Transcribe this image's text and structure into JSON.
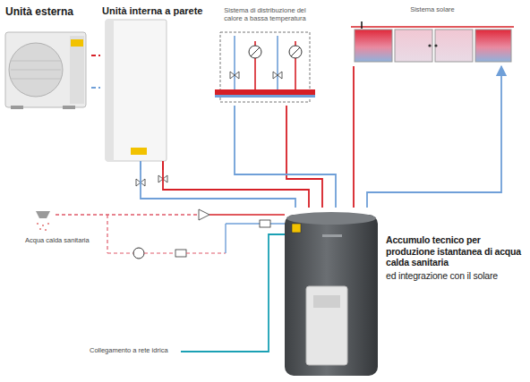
{
  "diagram": {
    "nodes": [
      {
        "text": [
          "Unità esterna"
        ]
      },
      {
        "text": [
          "Unità interna a parete"
        ]
      },
      {
        "text": [
          "Sistema di distribuzione del calore a bassa temperatura"
        ]
      },
      {
        "text": [
          "Sistema solare"
        ]
      },
      {
        "text": [
          "Accumulo tecnico per produzione istantanea di acqua calda sanitaria",
          "ed integrazione con il solare"
        ]
      }
    ],
    "edges": [
      {
        "from": 0,
        "to": 1,
        "arrow": "none"
      },
      {
        "from": 1,
        "to": 4,
        "arrow": "none"
      },
      {
        "from": 2,
        "to": 4,
        "arrow": "none"
      },
      {
        "from": 4,
        "to": 3,
        "arrow": "to"
      }
    ],
    "labels": [
      "Acqua calda sanitaria",
      "Collegamento a rete idrica"
    ]
  }
}
